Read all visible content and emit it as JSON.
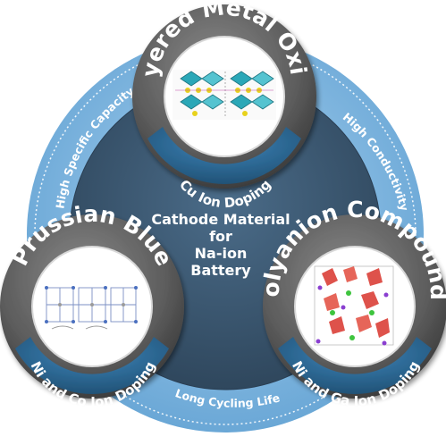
{
  "center": {
    "lines": [
      "Cathode Material",
      "for",
      "Na-ion",
      "Battery"
    ]
  },
  "properties": {
    "left": "High Specific Capacity",
    "right": "High Conductivity",
    "bottom": "Long Cycling Life"
  },
  "modules": {
    "top": {
      "title": "Layered Metal Oxide",
      "doping": "Cu Ion Doping"
    },
    "left": {
      "title": "Prussian Blue",
      "doping": "Ni and Co Ion Doping"
    },
    "right": {
      "title": "Polyanion Compounds",
      "doping": "Ni and Ga Ion Doping"
    }
  },
  "colors": {
    "outer_ring": "#7fb6e0",
    "center_disc": "#3d5a74",
    "module_ring": "#6b6b6b",
    "module_ring_dark": "#4a4a4a",
    "doping_band": "#2f6d9c",
    "structure_teal": "#2aa7b7",
    "structure_yellow": "#e8d21c",
    "structure_red": "#d8342c"
  }
}
